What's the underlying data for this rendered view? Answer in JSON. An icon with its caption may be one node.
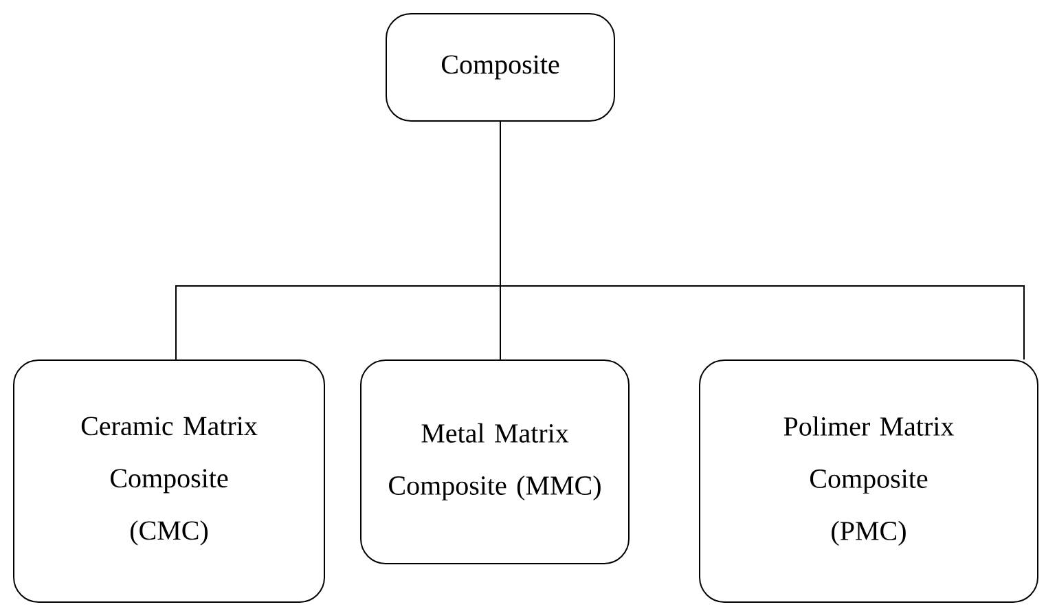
{
  "diagram": {
    "nodes": [
      {
        "text": [
          "Composite"
        ]
      },
      {
        "text": [
          "Ceramic Matrix Composite (CMC)"
        ]
      },
      {
        "text": [
          "Metal Matrix Composite (MMC)"
        ]
      },
      {
        "text": [
          "Polimer Matrix Composite (PMC)"
        ]
      }
    ],
    "edges": [
      {
        "from": 0,
        "to": 1,
        "arrow": "none"
      },
      {
        "from": 0,
        "to": 2,
        "arrow": "none"
      },
      {
        "from": 0,
        "to": 3,
        "arrow": "none"
      }
    ]
  }
}
